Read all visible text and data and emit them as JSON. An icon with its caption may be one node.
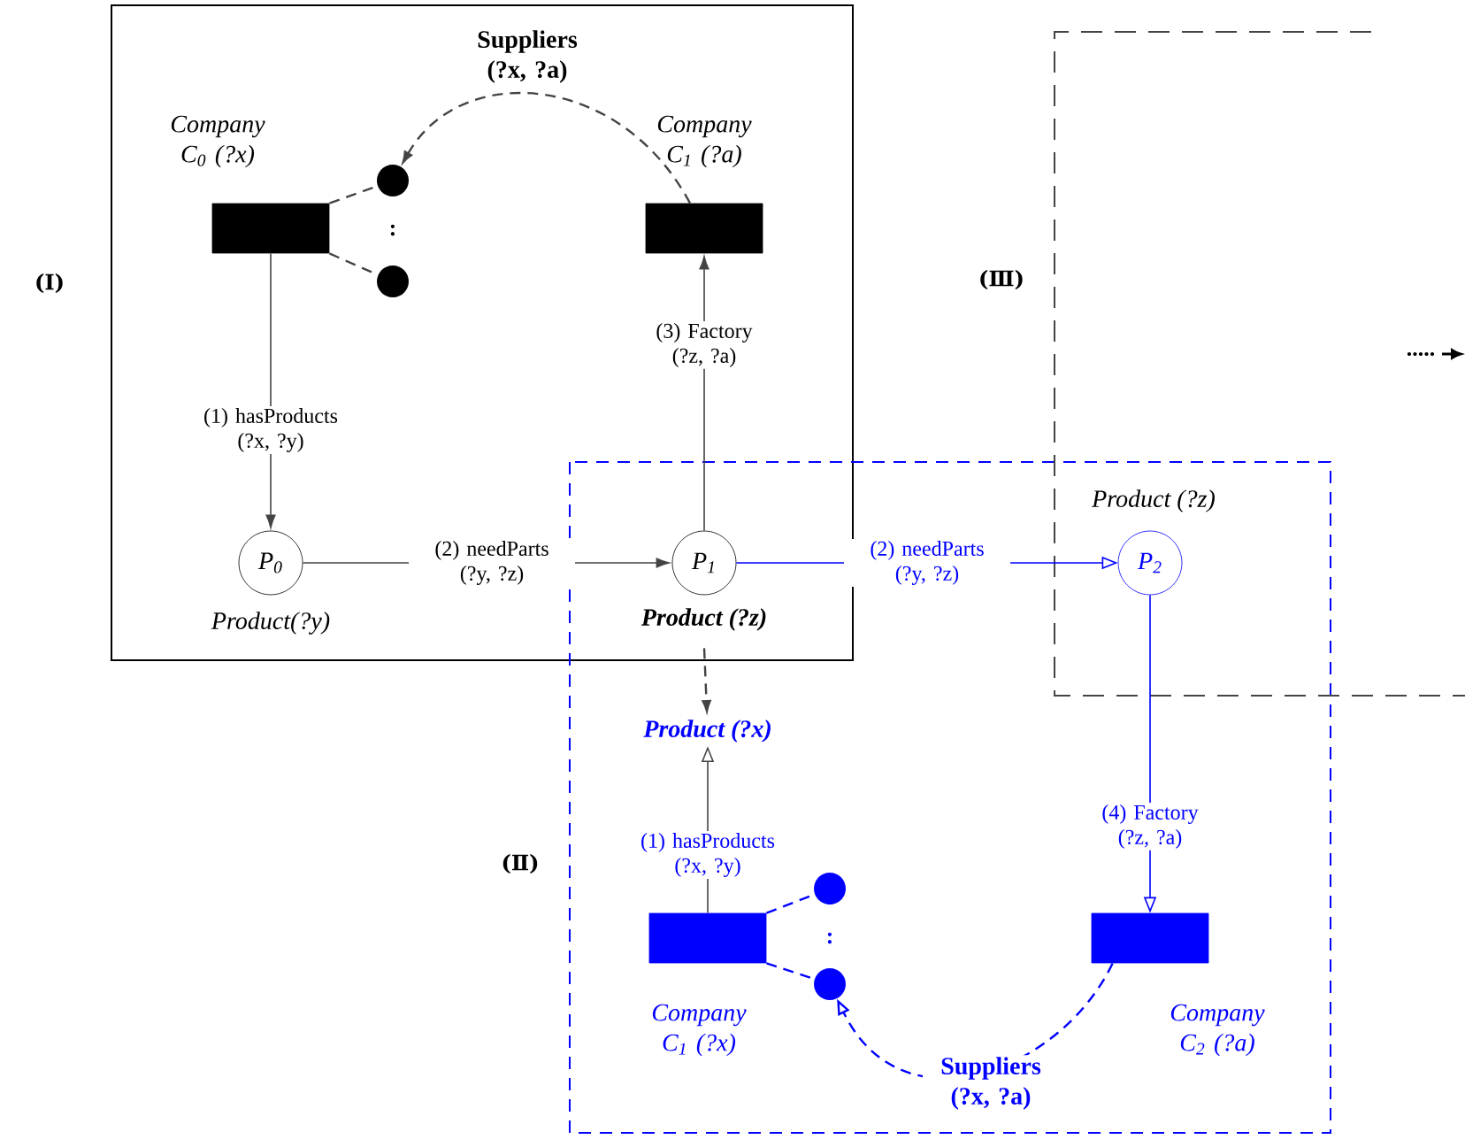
{
  "diagram": {
    "nodes": [
      {
        "text": [
          "Company C$_{0}$ (?x)"
        ]
      },
      {
        "text": [],
        "shape": "circle"
      },
      {
        "text": [],
        "shape": "circle"
      },
      {
        "text": [
          "Company C$_{1}$ (?a)"
        ]
      },
      {
        "text": [
          "P$_{0}$"
        ],
        "beside": [
          "Product(?y)"
        ]
      },
      {
        "text": [
          "P$_{1}$"
        ],
        "beside": [
          "Product (?z)"
        ]
      },
      {
        "text": [
          "Product (?x)"
        ]
      },
      {
        "text": [
          "Company C$_{1}$ (?x)"
        ]
      },
      {
        "text": [],
        "shape": "circle"
      },
      {
        "text": [],
        "shape": "circle"
      },
      {
        "text": [
          "P$_{2}$"
        ],
        "beside": [
          "Product (?z)"
        ]
      },
      {
        "text": [
          "Company C$_{2}$ (?a)"
        ]
      }
    ],
    "edges": [
      {
        "from": 0,
        "to": 4,
        "arrow": "to",
        "label": "(1) hasProducts (?x, ?y)"
      },
      {
        "from": 4,
        "to": 5,
        "arrow": "to",
        "label": "(2) needParts (?y, ?z)"
      },
      {
        "from": 5,
        "to": 3,
        "arrow": "to",
        "label": "(3) Factory (?z, ?a)"
      },
      {
        "from": 3,
        "to": 1,
        "arrow": "to",
        "style": "dashed",
        "label": "Suppliers (?x, ?a)"
      },
      {
        "from": 0,
        "to": 1,
        "arrow": "none",
        "style": "dashed"
      },
      {
        "from": 0,
        "to": 2,
        "arrow": "none",
        "style": "dashed"
      },
      {
        "from": 5,
        "to": 6,
        "arrow": "to",
        "style": "dashed"
      },
      {
        "from": 7,
        "to": 6,
        "arrow": "to",
        "label": "(1) hasProducts (?x, ?y)"
      },
      {
        "from": 5,
        "to": 10,
        "arrow": "to",
        "color": "#0000ff",
        "label": "(2) needParts (?y, ?z)"
      },
      {
        "from": 10,
        "to": 11,
        "arrow": "to",
        "color": "#0000ff",
        "label": "(4) Factory (?z, ?a)"
      },
      {
        "from": 11,
        "to": 9,
        "arrow": "to",
        "style": "dashed",
        "color": "#0000ff",
        "label": "Suppliers (?x, ?a)"
      },
      {
        "from": 7,
        "to": 8,
        "arrow": "none",
        "style": "dashed",
        "color": "#0000ff"
      },
      {
        "from": 7,
        "to": 9,
        "arrow": "none",
        "style": "dashed",
        "color": "#0000ff"
      }
    ],
    "labels": [
      "(Ⅰ)",
      ":",
      "(Ⅲ)",
      ".....",
      "(Ⅱ)",
      ":"
    ]
  }
}
